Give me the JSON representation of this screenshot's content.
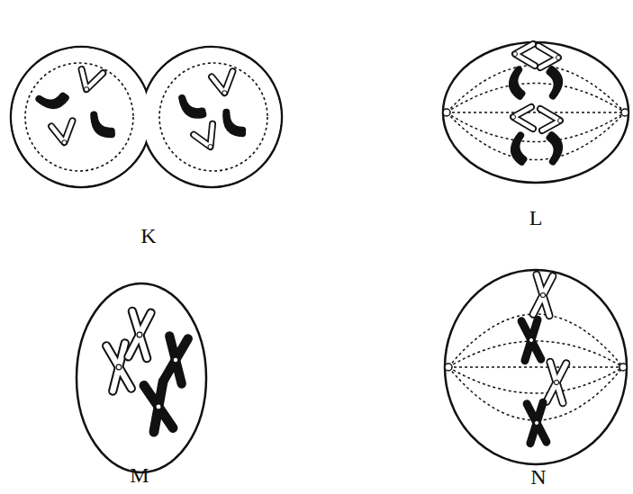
{
  "diagram": {
    "labels": [
      "K",
      "L",
      "M",
      "N"
    ]
  }
}
